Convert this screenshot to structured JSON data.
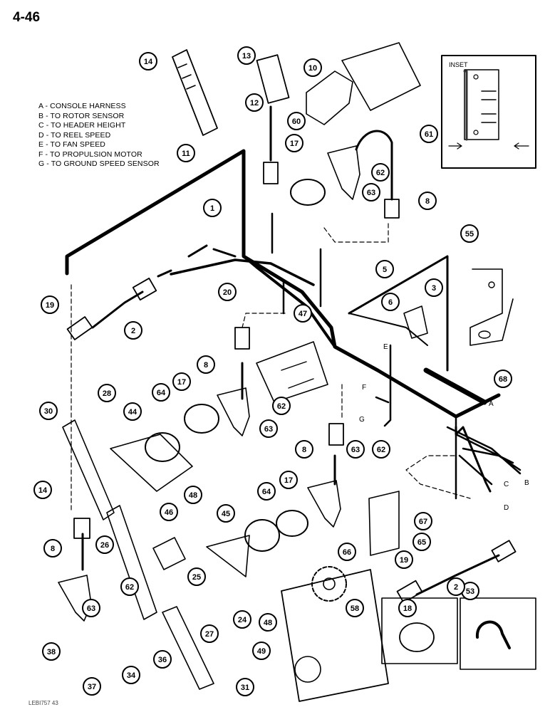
{
  "page": {
    "number": "4-46",
    "reference": "LEBI757 43"
  },
  "legend": [
    "A - CONSOLE HARNESS",
    "B - TO ROTOR SENSOR",
    "C - TO HEADER HEIGHT",
    "D - TO REEL SPEED",
    "E - TO FAN SPEED",
    "F - TO PROPULSION MOTOR",
    "G - TO GROUND SPEED SENSOR"
  ],
  "inset": {
    "label": "INSET"
  },
  "wire_letters": [
    "A",
    "B",
    "C",
    "D",
    "E",
    "F",
    "G"
  ],
  "callouts": [
    "1",
    "2",
    "3",
    "5",
    "6",
    "8",
    "10",
    "11",
    "12",
    "13",
    "14",
    "17",
    "18",
    "19",
    "20",
    "24",
    "25",
    "26",
    "27",
    "28",
    "30",
    "31",
    "34",
    "36",
    "37",
    "38",
    "44",
    "45",
    "46",
    "47",
    "48",
    "49",
    "53",
    "55",
    "58",
    "60",
    "61",
    "62",
    "63",
    "64",
    "65",
    "66",
    "67",
    "68"
  ]
}
